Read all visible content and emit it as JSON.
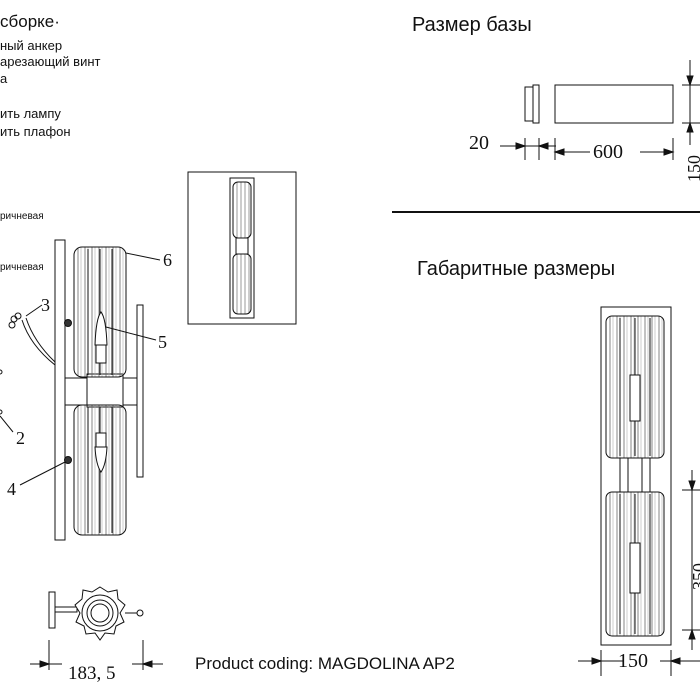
{
  "assembly": {
    "title": "сборке·",
    "items": [
      "ный анкер",
      "арезающий винт",
      "а",
      "ить лампу",
      "ить плафон"
    ]
  },
  "colors": {
    "left_1": "ричневая",
    "left_2": "ричневая"
  },
  "callouts": {
    "c2": "2",
    "c3": "3",
    "c4": "4",
    "c5": "5",
    "c6": "6"
  },
  "base_size": {
    "title": "Размер базы",
    "dim_depth": "20",
    "dim_length": "600",
    "dim_width": "150"
  },
  "overall_size": {
    "title": "Габаритные размеры",
    "dim_width": "150",
    "dim_height_partial": "350"
  },
  "front_view": {
    "dim_depth": "183, 5"
  },
  "footer": {
    "product_coding": "Product coding: MAGDOLINA AP2"
  },
  "stroke_color": "#111111"
}
